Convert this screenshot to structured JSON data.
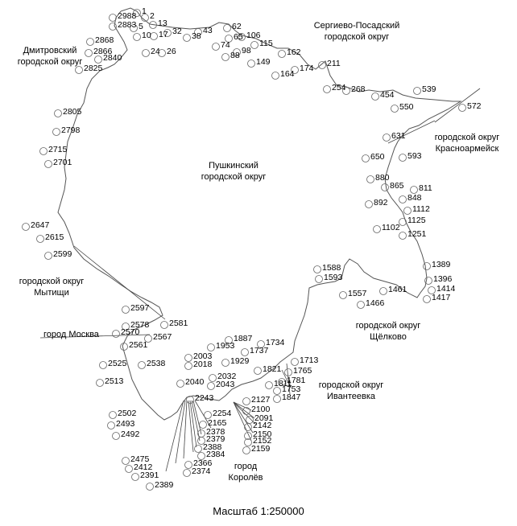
{
  "regions": [
    {
      "id": "dmitrovsky",
      "text": "Дмитровский\nгородской округ"
    },
    {
      "id": "sergiev",
      "text": "Сергиево-Посадский\nгородской округ"
    },
    {
      "id": "krasnoarmeysk",
      "text": "городской округ\nКрасноармейск"
    },
    {
      "id": "pushkinsky",
      "text": "Пушкинский\nгородской округ"
    },
    {
      "id": "mytishchi",
      "text": "городской округ\nМытищи"
    },
    {
      "id": "moscow",
      "text": "город Москва"
    },
    {
      "id": "shchelkovo",
      "text": "городской округ\nЩёлково"
    },
    {
      "id": "ivanteevka",
      "text": "городской округ\nИвантеевка"
    },
    {
      "id": "korolev",
      "text": "город\nКоролёв"
    }
  ],
  "scale": "Масштаб 1:250000",
  "points": [
    "2988",
    "1",
    "2",
    "2883",
    "5",
    "13",
    "10",
    "17",
    "24",
    "26",
    "32",
    "38",
    "43",
    "62",
    "74",
    "65",
    "106",
    "88",
    "98",
    "115",
    "149",
    "162",
    "164",
    "174",
    "211",
    "254",
    "268",
    "454",
    "539",
    "550",
    "572",
    "2868",
    "2866",
    "2840",
    "2825",
    "2805",
    "2798",
    "2715",
    "2701",
    "2647",
    "2615",
    "2599",
    "631",
    "593",
    "650",
    "880",
    "865",
    "811",
    "848",
    "892",
    "1112",
    "1102",
    "1125",
    "1251",
    "1389",
    "1396",
    "1414",
    "1417",
    "1461",
    "1466",
    "1557",
    "1588",
    "1593",
    "2597",
    "2578",
    "2581",
    "2570",
    "2567",
    "2561",
    "2525",
    "2538",
    "2513",
    "2502",
    "2493",
    "2492",
    "2475",
    "2412",
    "2391",
    "2389",
    "1887",
    "1953",
    "1737",
    "1734",
    "2003",
    "2018",
    "1929",
    "1713",
    "1821",
    "1765",
    "1781",
    "1811",
    "1753",
    "1847",
    "2040",
    "2032",
    "2043",
    "2243",
    "2127",
    "2100",
    "2091",
    "2254",
    "2165",
    "2142",
    "2150",
    "2152",
    "2159",
    "2378",
    "2379",
    "2388",
    "2384",
    "2366",
    "2374"
  ]
}
